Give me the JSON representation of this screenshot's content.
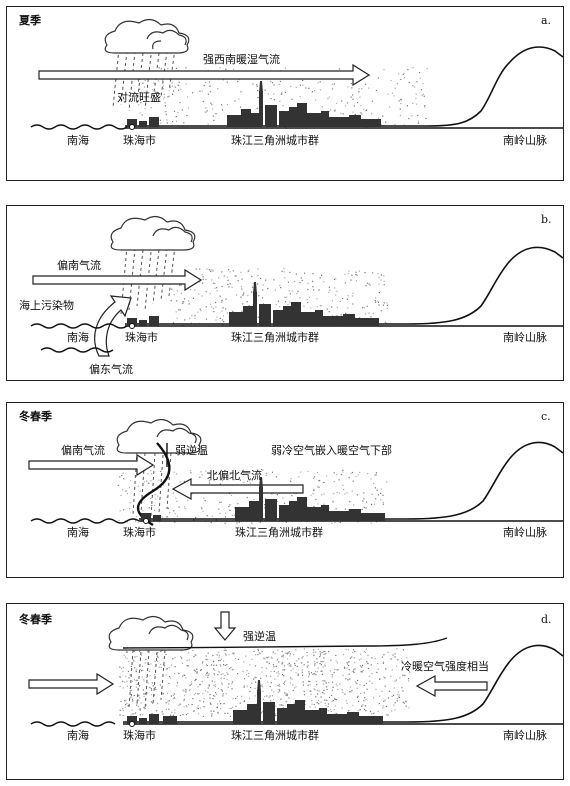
{
  "panels": [
    {
      "tag": "a.",
      "season": "夏季",
      "labels": {
        "wind": "强西南暖湿气流",
        "convection": "对流旺盛",
        "sea": "南海",
        "city": "珠海市",
        "cluster": "珠江三角洲城市群",
        "mountain": "南岭山脉"
      }
    },
    {
      "tag": "b.",
      "season": "",
      "labels": {
        "wind": "偏南气流",
        "pollutant": "海上污染物",
        "east_wind": "偏东气流",
        "sea": "南海",
        "city": "珠海市",
        "cluster": "珠江三角洲城市群",
        "mountain": "南岭山脉"
      }
    },
    {
      "tag": "c.",
      "season": "冬春季",
      "labels": {
        "wind": "偏南气流",
        "weak_inversion": "弱逆温",
        "cold_air": "弱冷空气嵌入暖空气下部",
        "north_wind": "北偏北气流",
        "sea": "南海",
        "city": "珠海市",
        "cluster": "珠江三角洲城市群",
        "mountain": "南岭山脉"
      }
    },
    {
      "tag": "d.",
      "season": "冬春季",
      "labels": {
        "strong_inversion": "强逆温",
        "balance": "冷暖空气强度相当",
        "sea": "南海",
        "city": "珠海市",
        "cluster": "珠江三角洲城市群",
        "mountain": "南岭山脉"
      }
    }
  ]
}
